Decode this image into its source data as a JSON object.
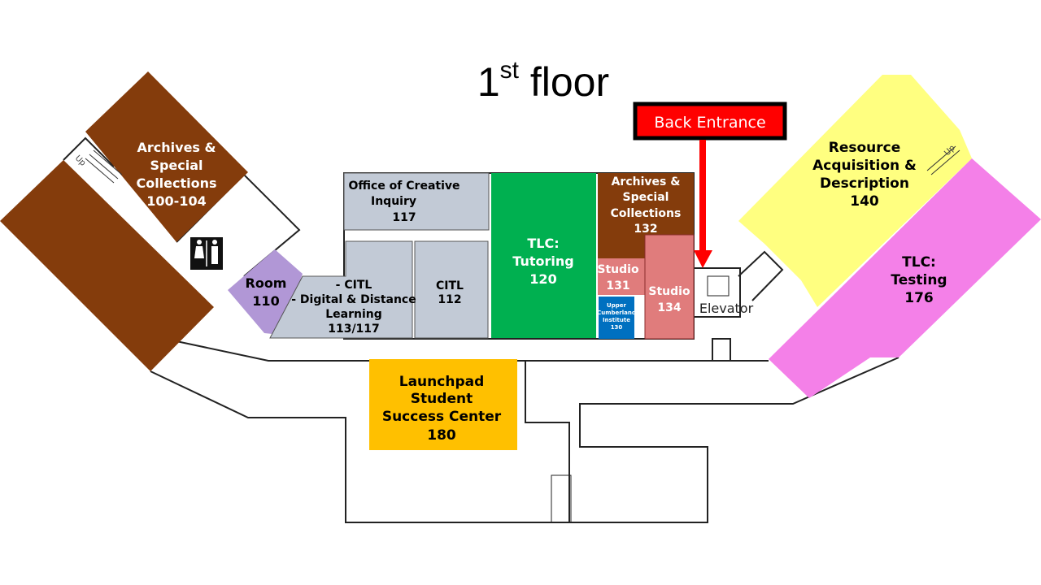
{
  "title": {
    "main": "1",
    "sup": "st",
    "rest": " floor"
  },
  "back_entrance": {
    "label": "Back Entrance"
  },
  "elevator_label": "Elevator",
  "stairs_labels": [
    "Up",
    "Up"
  ],
  "colors": {
    "archives": "#843C0C",
    "office": "#C2CAD6",
    "tutoring": "#00B050",
    "studio": "#E07C7C",
    "institute": "#0070C0",
    "resource": "#FFFF80",
    "testing": "#F480E8",
    "launchpad": "#FFC000",
    "room110": "#B197D6",
    "entrance": "#FF0000"
  },
  "rooms": {
    "archives_100": [
      "Archives &",
      "Special",
      "Collections",
      "100-104"
    ],
    "room_110": [
      "Room",
      "110"
    ],
    "citl_113": [
      "- CITL",
      "- Digital & Distance",
      "Learning",
      "113/117"
    ],
    "office_117": [
      "Office of Creative",
      "Inquiry",
      "117"
    ],
    "citl_112": [
      "CITL",
      "112"
    ],
    "tutoring_120": [
      "TLC:",
      "Tutoring",
      "120"
    ],
    "archives_132": [
      "Archives &",
      "Special",
      "Collections",
      "132"
    ],
    "studio_131": [
      "Studio",
      "131"
    ],
    "studio_134": [
      "Studio",
      "134"
    ],
    "institute_130": [
      "Upper",
      "Cumberland",
      "Institute",
      "130"
    ],
    "resource_140": [
      "Resource",
      "Acquisition &",
      "Description",
      "140"
    ],
    "testing_176": [
      "TLC:",
      "Testing",
      "176"
    ],
    "launchpad_180": [
      "Launchpad",
      "Student",
      "Success Center",
      "180"
    ]
  }
}
